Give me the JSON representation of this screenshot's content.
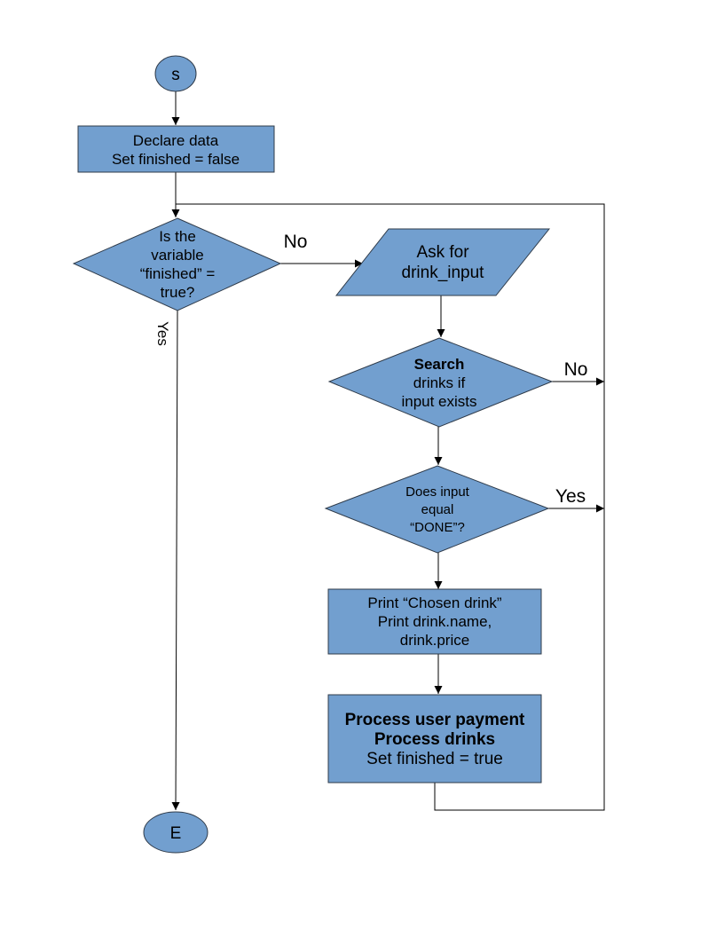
{
  "flowchart": {
    "start": {
      "label": "s"
    },
    "declare": {
      "line1": "Declare data",
      "line2": "Set finished = false"
    },
    "check_finished": {
      "line1": "Is the",
      "line2": "variable",
      "line3": "“finished” =",
      "line4": "true?"
    },
    "check_finished_no": "No",
    "check_finished_yes": "Yes",
    "ask_input": {
      "line1": "Ask for",
      "line2": "drink_input"
    },
    "search": {
      "line1": "Search",
      "line2": "drinks if",
      "line3": "input exists"
    },
    "search_no": "No",
    "done_check": {
      "line1": "Does input",
      "line2": "equal",
      "line3": "“DONE”?"
    },
    "done_yes": "Yes",
    "print_drink": {
      "line1": "Print “Chosen drink”",
      "line2": "Print drink.name,",
      "line3": "drink.price"
    },
    "process": {
      "line1": "Process user payment",
      "line2": "Process drinks",
      "line3": "Set finished = true"
    },
    "end": {
      "label": "E"
    },
    "colors": {
      "node_fill": "#729fcf",
      "node_stroke": "#2f3b4a",
      "line": "#000000"
    }
  }
}
